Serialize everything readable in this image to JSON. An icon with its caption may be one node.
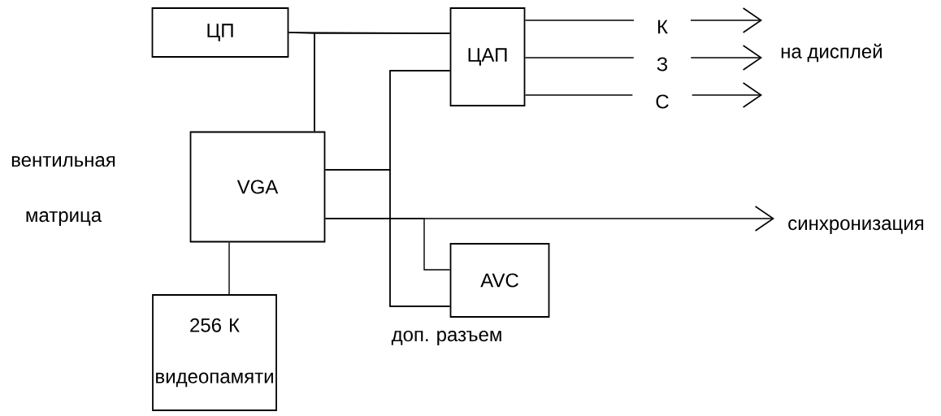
{
  "diagram": {
    "nodes": [
      {
        "text": [
          "ЦП"
        ]
      },
      {
        "text": [
          "ЦАП"
        ]
      },
      {
        "text": [
          "VGA"
        ]
      },
      {
        "text": [
          "AVC"
        ]
      },
      {
        "text": [
          "256 К видеопамяти"
        ]
      },
      {
        "text": [
          "на дисплей"
        ]
      },
      {
        "text": [
          "синхронизация"
        ]
      }
    ],
    "edges": [
      {
        "from": 0,
        "to": 1,
        "arrow": "none"
      },
      {
        "from": 0,
        "to": 2,
        "arrow": "none"
      },
      {
        "from": 2,
        "to": 1,
        "arrow": "none"
      },
      {
        "from": 2,
        "to": 1,
        "arrow": "none"
      },
      {
        "from": 2,
        "to": 3,
        "arrow": "none"
      },
      {
        "from": 1,
        "to": 3,
        "arrow": "none"
      },
      {
        "from": 2,
        "to": 6,
        "arrow": "to"
      },
      {
        "from": 2,
        "to": 3,
        "arrow": "none"
      },
      {
        "from": 2,
        "to": 4,
        "arrow": "none"
      },
      {
        "from": 1,
        "to": 5,
        "arrow": "to",
        "label": "К"
      },
      {
        "from": 1,
        "to": 5,
        "arrow": "to",
        "label": "З"
      },
      {
        "from": 1,
        "to": 5,
        "arrow": "to",
        "label": "С"
      }
    ],
    "labels": [
      "вентильная матрица",
      "доп. разъем"
    ]
  }
}
